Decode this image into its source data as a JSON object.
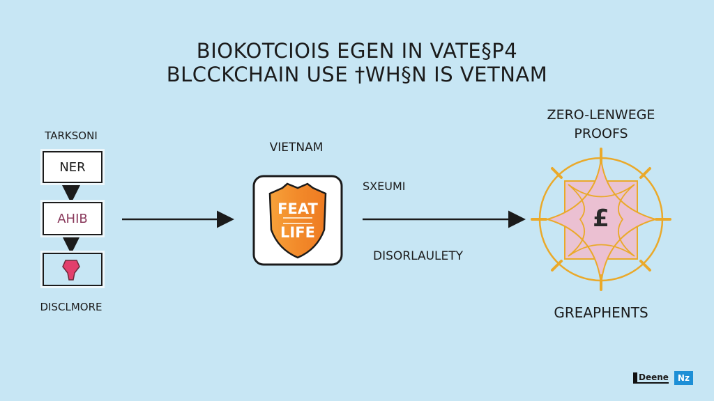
{
  "title": {
    "line1": "BIOKOTCIOIS EGEN IN VATE§P4",
    "line2": "BLCCKCHAIN USE †WH§N IS VETNAM"
  },
  "left_column": {
    "top_label": "TARKSONI",
    "boxes": [
      "NER",
      "AHIB"
    ],
    "bottom_label": "DISCLMORE"
  },
  "center": {
    "label": "VIETNAM",
    "shield_line1": "FEAT",
    "shield_line2": "LIFE"
  },
  "arrow_labels": {
    "above": "SXEUMI",
    "below": "DISORLAULETY"
  },
  "right": {
    "title_line1": "ZERO-LENWEGE",
    "title_line2": "PROOFS",
    "symbol": "£",
    "bottom_label": "GREAPHENTS"
  },
  "watermark": {
    "logo_text": "Deene",
    "badge": "Nz"
  },
  "colors": {
    "background": "#c7e6f4",
    "shield": "#f28a2a",
    "gold": "#eaa92a",
    "pink": "#e9c3d3",
    "badge": "#1d8fd6"
  }
}
